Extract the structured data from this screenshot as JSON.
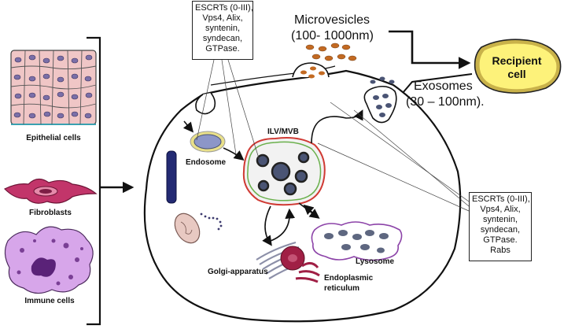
{
  "cell_types": [
    {
      "label": "Epithelial cells"
    },
    {
      "label": "Fibroblasts"
    },
    {
      "label": "Immune cells"
    }
  ],
  "labels": {
    "microvesicles": "Microvesicles",
    "microvesicles_size": "(100- 1000nm)",
    "exosomes": "Exosomes",
    "exosomes_size": "(30 – 100nm).",
    "recipient_line1": "Recipient",
    "recipient_line2": "cell",
    "ilv_mvb": "ILV/MVB",
    "endosome": "Endosome",
    "lysosome": "Lysosome",
    "golgi": "Golgi-apparatus",
    "er_line1": "Endoplasmic",
    "er_line2": "reticulum"
  },
  "box_top": {
    "lines": [
      "ESCRTs (0-III),",
      "Vps4, Alix,",
      "syntenin,",
      "syndecan,",
      "GTPase."
    ]
  },
  "box_right": {
    "lines": [
      "ESCRTs (0-III),",
      "Vps4, Alix,",
      "syntenin,",
      "syndecan,",
      "GTPase.",
      "Rabs"
    ]
  },
  "colors": {
    "recipient_fill": "#fdf27a",
    "epithelial_fill": "#f0c6c6",
    "nucleus": "#7b6fa8",
    "fibroblast_fill": "#c2356a",
    "immune_fill": "#d7a6ea",
    "immune_granule": "#7a3f95",
    "mvb_outer": "#d03a34",
    "mvb_inner": "#6ab04c",
    "vesicle": "#4a5474",
    "microvesicle": "#c36a22",
    "lysosome_outline": "#8c43a8",
    "lysosome_fill": "#5e6780",
    "golgi": "#8c8fa8",
    "er": "#a01f45",
    "column": "#232a73",
    "endosome_ring": "#e9e08a",
    "endosome_fill": "#8c96c8"
  }
}
